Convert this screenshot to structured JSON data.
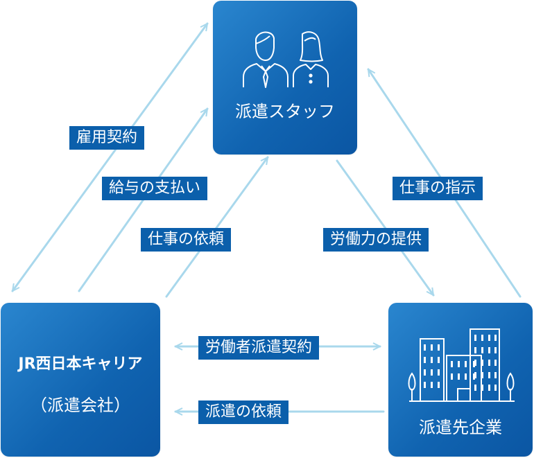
{
  "nodes": {
    "staff": {
      "label": "派遣スタッフ",
      "icon": "people-icon"
    },
    "company": {
      "name": "JR西日本キャリア",
      "sub": "（派遣会社）"
    },
    "client": {
      "label": "派遣先企業",
      "icon": "buildings-icon"
    }
  },
  "relations": {
    "employment_contract": "雇用契約",
    "salary_payment": "給与の支払い",
    "work_request_left": "仕事の依頼",
    "labor_provision": "労働力の提供",
    "work_instruction": "仕事の指示",
    "dispatch_contract": "労働者派遣契約",
    "dispatch_request": "派遣の依頼"
  },
  "colors": {
    "node_gradient_start": "#2a86cf",
    "node_gradient_end": "#0b56a3",
    "tag_background": "#0b5fab",
    "arrow": "#a9d8ec",
    "text": "#ffffff"
  }
}
